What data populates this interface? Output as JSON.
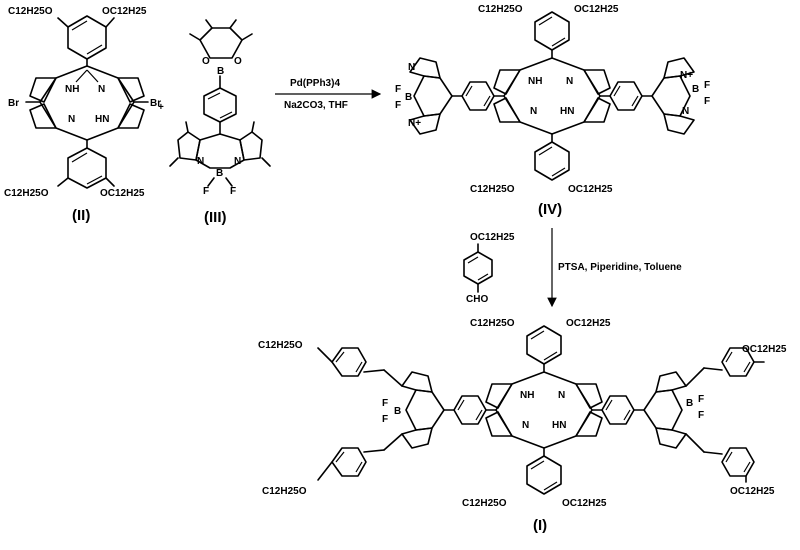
{
  "compounds": {
    "porphyrin_dibromo": {
      "label": "(II)",
      "substituent_top_left": "C12H25O",
      "substituent_top_right": "OC12H25",
      "substituent_bottom_left": "C12H25O",
      "substituent_bottom_right": "OC12H25",
      "meso_left": "Br",
      "meso_right": "Br",
      "nh_top": "NH",
      "n_top": "N",
      "n_bottom": "N",
      "nh_bottom": "HN"
    },
    "plus_sign": "+",
    "bodipy_boronate": {
      "label": "(III)",
      "atom_o1": "O",
      "atom_b_top": "B",
      "atom_o2": "O",
      "atom_n_left": "N",
      "atom_b": "B",
      "atom_n_right": "N",
      "atom_f_left": "F",
      "atom_f_right": "F"
    },
    "porphyrin_bis_bodipy": {
      "label": "(IV)",
      "substituent_top_left": "C12H25O",
      "substituent_top_right": "OC12H25",
      "substituent_bottom_left": "C12H25O",
      "substituent_bottom_right": "OC12H25",
      "nh_top": "NH",
      "n_top": "N",
      "n_bottom": "N",
      "nh_bottom": "HN",
      "left_f_top": "F",
      "left_b": "B",
      "left_f_bottom": "F",
      "left_n_top": "N",
      "left_n_bottom": "N+",
      "right_n_top": "N+",
      "right_b": "B",
      "right_f_top": "F",
      "right_f_bottom": "F",
      "right_n_bottom": "N"
    },
    "aldehyde": {
      "substituent_top": "OC12H25",
      "substituent_bottom": "CHO"
    },
    "final_product": {
      "label": "(I)",
      "substituent_top_left": "C12H25O",
      "substituent_top_right": "OC12H25",
      "substituent_bottom_left": "C12H25O",
      "substituent_bottom_right": "OC12H25",
      "far_top_left": "C12H25O",
      "far_bottom_left": "C12H25O",
      "far_top_right": "OC12H25",
      "far_bottom_right": "OC12H25",
      "nh_top": "NH",
      "n_top": "N",
      "n_bottom": "N",
      "nh_bottom": "HN"
    }
  },
  "reactions": {
    "step1_catalyst": "Pd(PPh3)4",
    "step1_conditions": "Na2CO3, THF",
    "step2_conditions": "PTSA, Piperidine, Toluene"
  }
}
